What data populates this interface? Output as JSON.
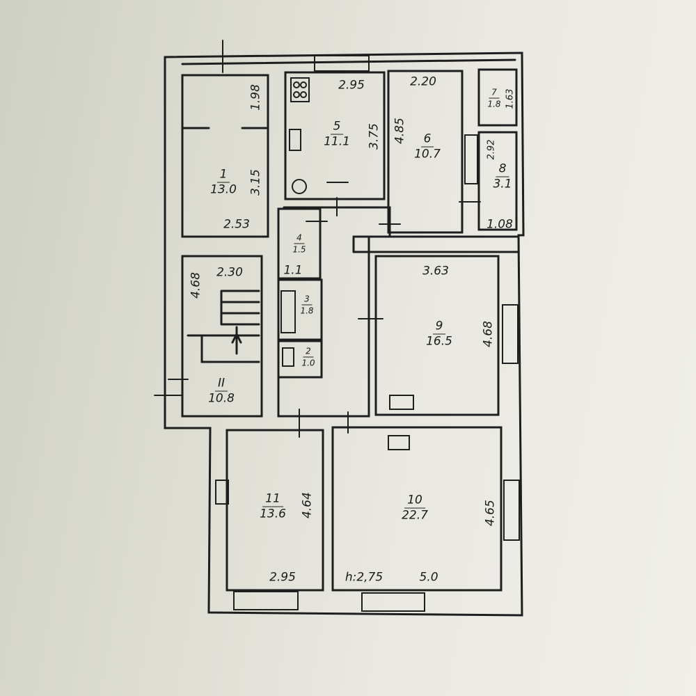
{
  "rooms": [
    {
      "id": "r1",
      "num": "1",
      "area": "13.0"
    },
    {
      "id": "r2",
      "num": "2",
      "area": "1.0"
    },
    {
      "id": "r3",
      "num": "3",
      "area": "1.8"
    },
    {
      "id": "r4",
      "num": "4",
      "area": "1.5"
    },
    {
      "id": "r5",
      "num": "5",
      "area": "11.1"
    },
    {
      "id": "r6",
      "num": "6",
      "area": "10.7"
    },
    {
      "id": "r7",
      "num": "7",
      "area": "1.8"
    },
    {
      "id": "r8",
      "num": "8",
      "area": "3.1"
    },
    {
      "id": "r9",
      "num": "9",
      "area": "16.5"
    },
    {
      "id": "r10",
      "num": "10",
      "area": "22.7"
    },
    {
      "id": "r11",
      "num": "11",
      "area": "13.6"
    },
    {
      "id": "r12",
      "num": "II",
      "area": "10.8"
    }
  ],
  "dimensions": {
    "r1_len": "1.98",
    "r1_height": "3.15",
    "r1_width": "2.53",
    "r5_width": "2.95",
    "r5_len": "3.75",
    "r6_width": "2.20",
    "r6_len": "4.85",
    "r7_len": "1.63",
    "r8_len": "2.92",
    "r8_width": "1.08",
    "stair_width": "2.30",
    "stair_len": "4.68",
    "r4_width": "1.1",
    "r9_width": "3.63",
    "r9_len": "4.68",
    "r10_len": "4.65",
    "r10_width": "5.0",
    "r11_len": "4.64",
    "r11_width": "2.95",
    "ceiling_height": "h:2,75"
  }
}
